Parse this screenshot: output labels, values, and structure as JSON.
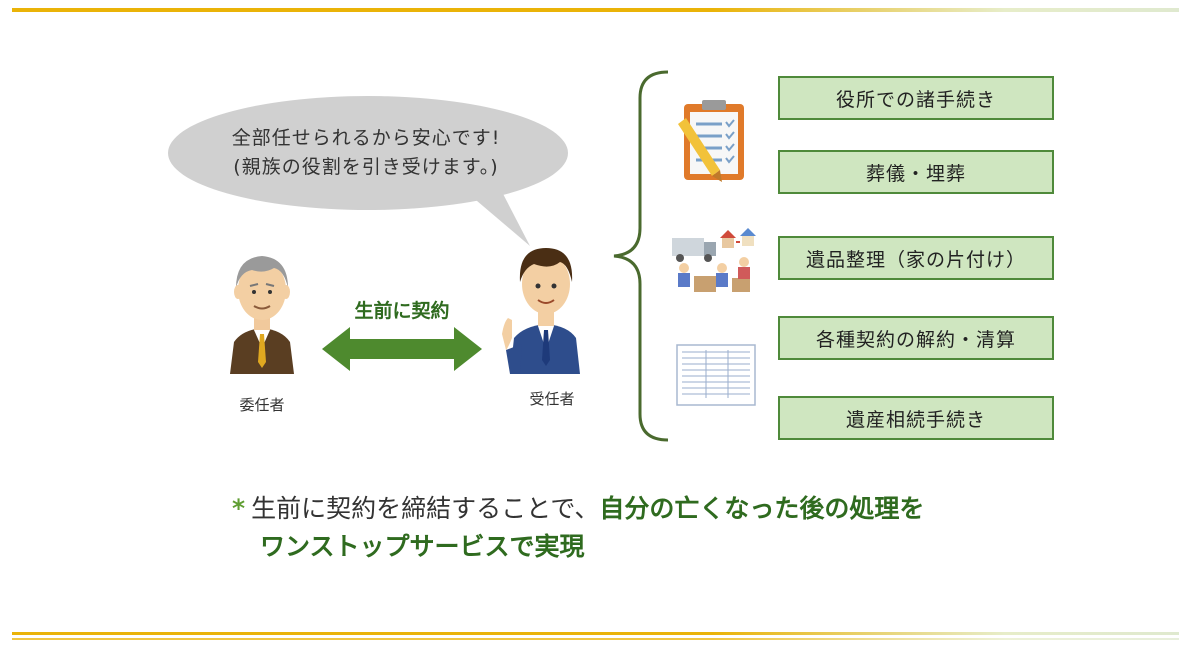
{
  "speech_bubble": {
    "line1": "全部任せられるから安心です!",
    "line2": "(親族の役割を引き受けます。)"
  },
  "parties": {
    "principal_label": "委任者",
    "agent_label": "受任者"
  },
  "contract_arrow_label": "生前に契約",
  "tasks": [
    {
      "label": "役所での諸手続き"
    },
    {
      "label": "葬儀・埋葬"
    },
    {
      "label": "遺品整理（家の片付け）"
    },
    {
      "label": "各種契約の解約・清算"
    },
    {
      "label": "遺産相続手続き"
    }
  ],
  "footnote": {
    "marker": "*",
    "normal_part": "生前に契約を締結することで、",
    "emphasis_part1": "自分の亡くなった後の処理を",
    "emphasis_part2": "ワンストップサービスで実現"
  },
  "colors": {
    "accent_gold": "#eab308",
    "box_fill": "#cfe6c0",
    "box_border": "#4f8a3a",
    "arrow_green": "#4e8a2e",
    "emphasis_green": "#2f6b1f"
  },
  "icons": [
    "clipboard-checklist-icon",
    "movers-house-icon",
    "document-form-icon"
  ]
}
